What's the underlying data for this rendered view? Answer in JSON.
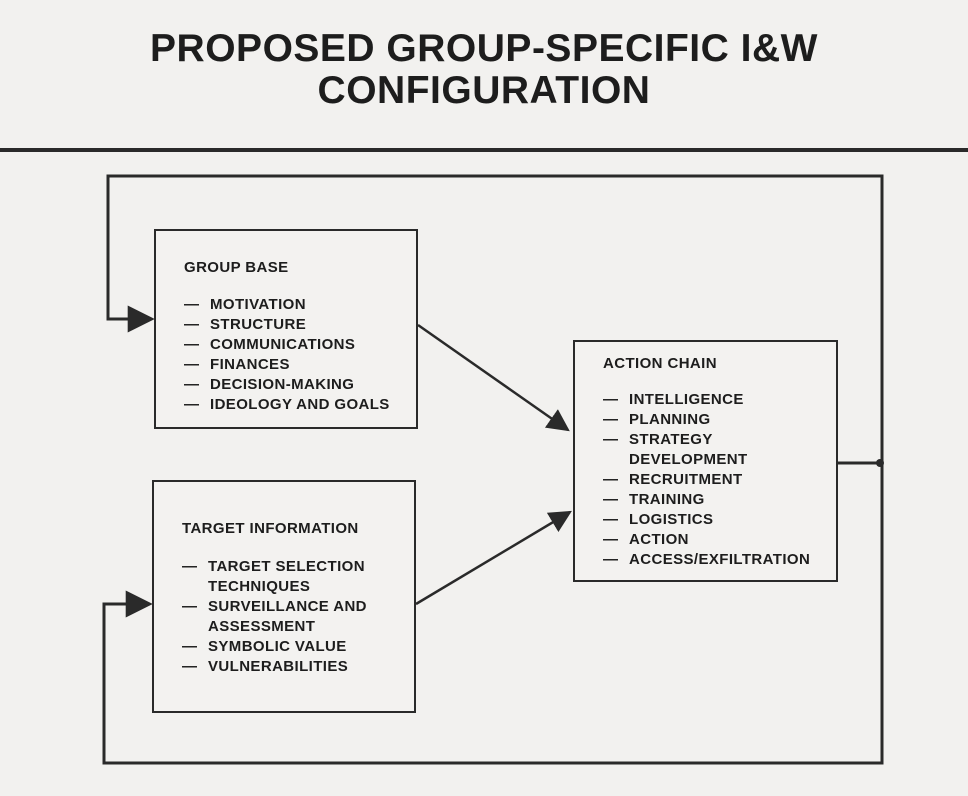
{
  "title": {
    "line1": "PROPOSED GROUP-SPECIFIC I&W",
    "line2": "CONFIGURATION"
  },
  "boxes": {
    "group_base": {
      "heading": "GROUP BASE",
      "items": [
        "MOTIVATION",
        "STRUCTURE",
        "COMMUNICATIONS",
        "FINANCES",
        "DECISION-MAKING",
        "IDEOLOGY AND GOALS"
      ]
    },
    "target_information": {
      "heading": "TARGET INFORMATION",
      "items": [
        "TARGET SELECTION\nTECHNIQUES",
        "SURVEILLANCE AND\nASSESSMENT",
        "SYMBOLIC VALUE",
        "VULNERABILITIES"
      ]
    },
    "action_chain": {
      "heading": "ACTION CHAIN",
      "items": [
        "INTELLIGENCE",
        "PLANNING",
        "STRATEGY\nDEVELOPMENT",
        "RECRUITMENT",
        "TRAINING",
        "LOGISTICS",
        "ACTION",
        "ACCESS/EXFILTRATION"
      ]
    }
  },
  "flows": [
    {
      "from": "group_base",
      "to": "action_chain"
    },
    {
      "from": "target_information",
      "to": "action_chain"
    },
    {
      "from": "action_chain",
      "to": "group_base",
      "kind": "feedback"
    },
    {
      "from": "action_chain",
      "to": "target_information",
      "kind": "feedback"
    }
  ],
  "colors": {
    "ink": "#2a2a2a",
    "paper": "#f2f1ef"
  }
}
